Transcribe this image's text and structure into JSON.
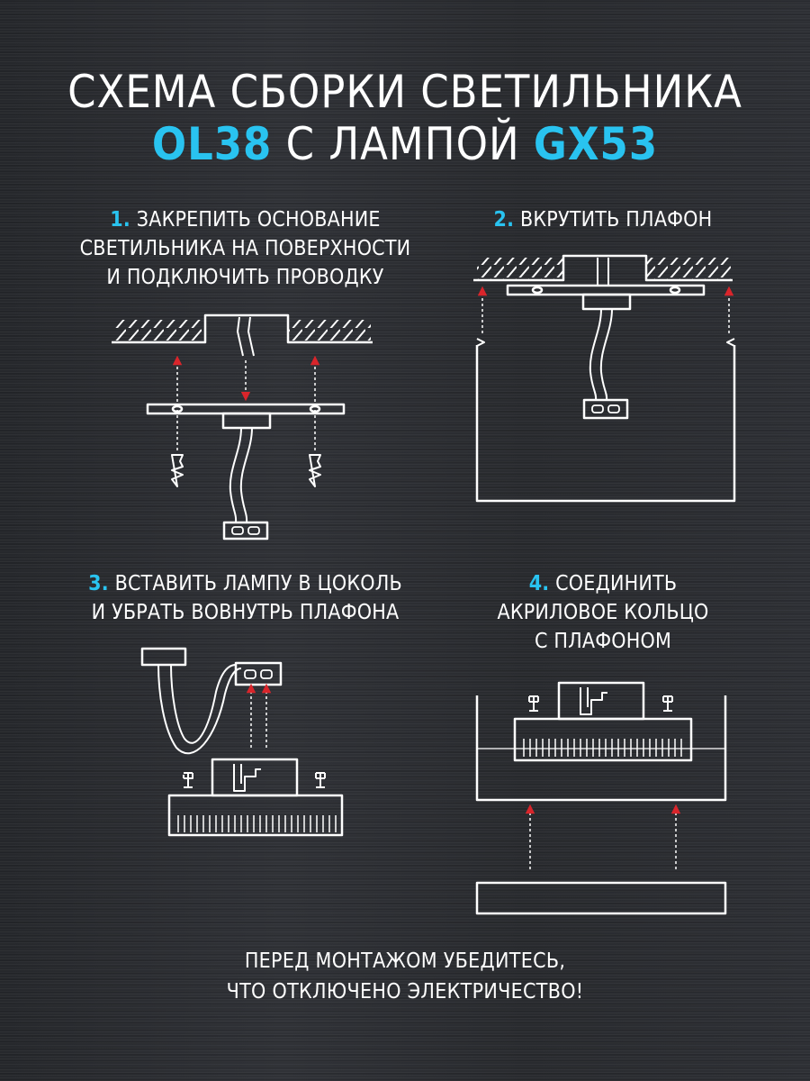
{
  "title": {
    "line1": "СХЕМА СБОРКИ СВЕТИЛЬНИКА",
    "model": "OL38",
    "middle": " С ЛАМПОЙ ",
    "lamp": "GX53"
  },
  "steps": [
    {
      "num": "1.",
      "lines": [
        "ЗАКРЕПИТЬ ОСНОВАНИЕ",
        "СВЕТИЛЬНИКА НА ПОВЕРХНОСТИ",
        "И ПОДКЛЮЧИТЬ ПРОВОДКУ"
      ]
    },
    {
      "num": "2.",
      "lines": [
        "ВКРУТИТЬ ПЛАФОН"
      ]
    },
    {
      "num": "3.",
      "lines": [
        "ВСТАВИТЬ ЛАМПУ В ЦОКОЛЬ",
        "И УБРАТЬ ВОВНУТРЬ ПЛАФОНА"
      ]
    },
    {
      "num": "4.",
      "lines": [
        "СОЕДИНИТЬ",
        "АКРИЛОВОЕ КОЛЬЦО",
        "С ПЛАФОНОМ"
      ]
    }
  ],
  "warning": {
    "line1": "ПЕРЕД МОНТАЖОМ УБЕДИТЕСЬ,",
    "line2": "ЧТО ОТКЛЮЧЕНО ЭЛЕКТРИЧЕСТВО!"
  },
  "colors": {
    "accent": "#29c3f0",
    "arrow": "#d9252b",
    "line": "#ffffff"
  }
}
